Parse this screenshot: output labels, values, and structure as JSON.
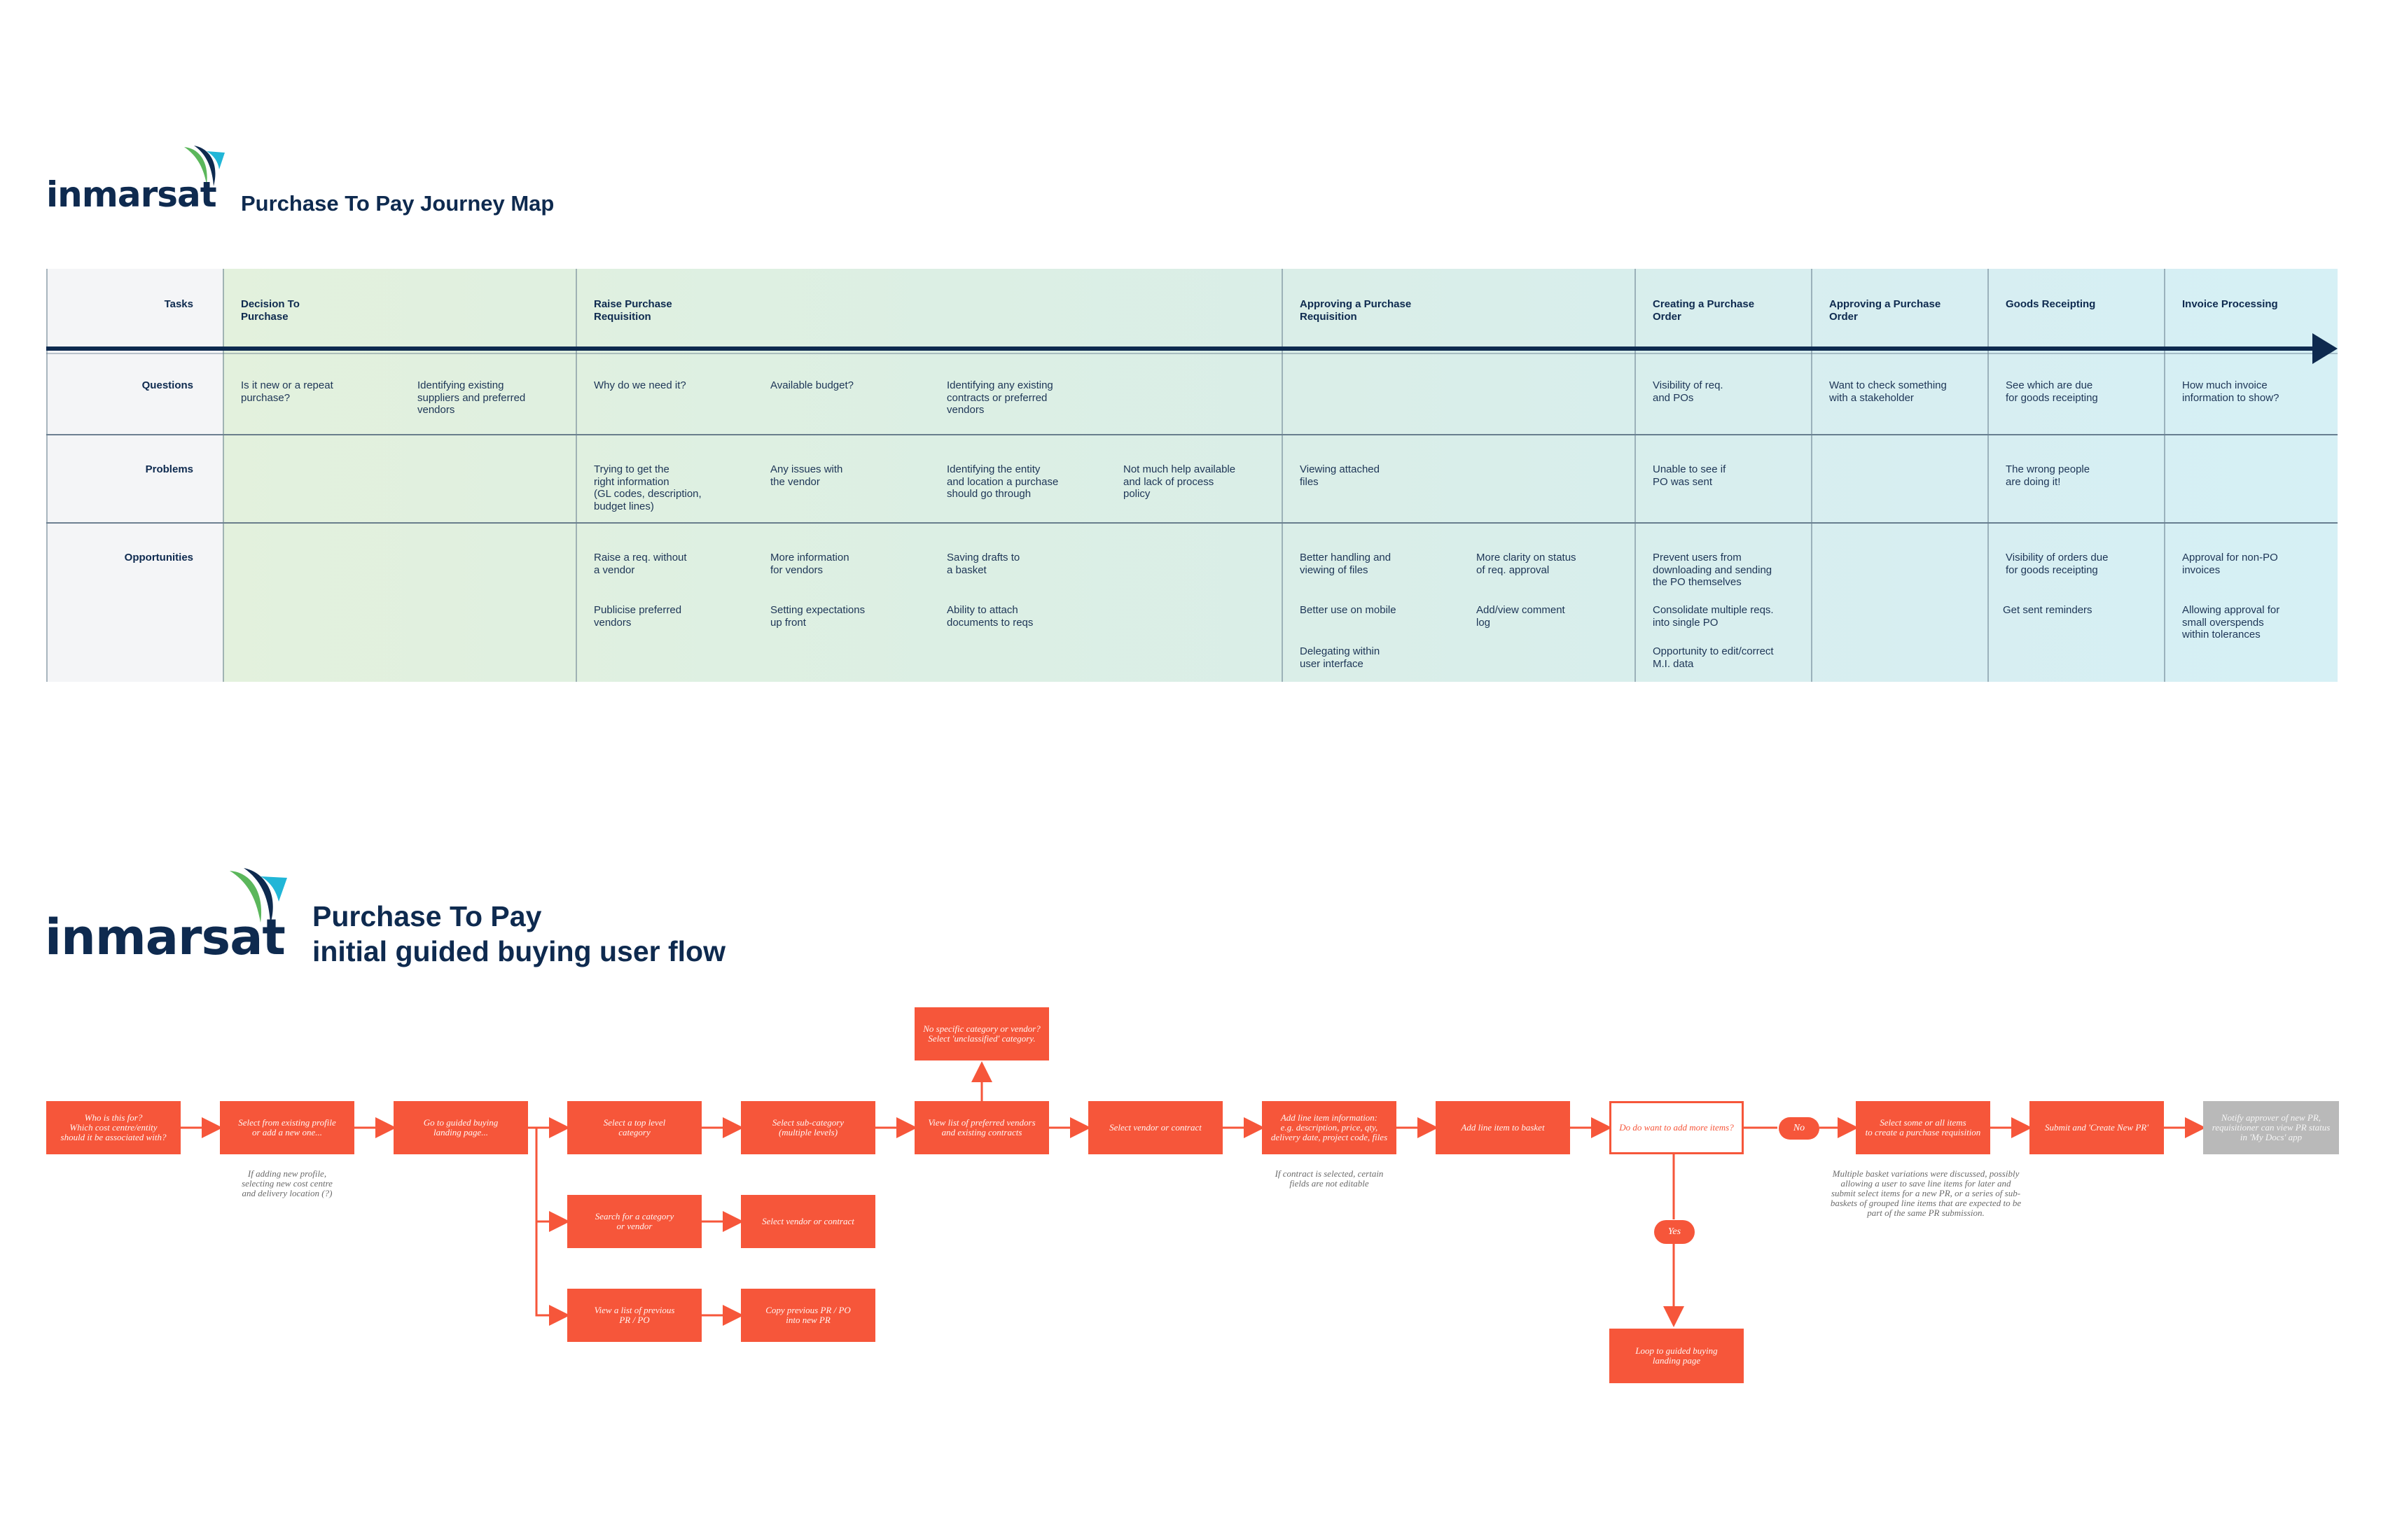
{
  "brand": {
    "wordmark": "inmarsat",
    "colors": {
      "navy": "#0e2a4f",
      "green": "#5bb75b",
      "cyan": "#21b6d7",
      "flow_orange": "#f6563a"
    }
  },
  "journey_map": {
    "title": "Purchase To Pay Journey Map",
    "row_labels": {
      "tasks": "Tasks",
      "questions": "Questions",
      "problems": "Problems",
      "opportunities": "Opportunities"
    },
    "stages": [
      {
        "name": "Decision To\nPurchase",
        "questions": [
          "Is it new or a repeat\npurchase?",
          "Identifying existing\nsuppliers and preferred\nvendors"
        ],
        "problems": [],
        "opportunities": []
      },
      {
        "name": "Raise Purchase\nRequisition",
        "questions": [
          "Why do we need it?",
          "Available budget?",
          "Identifying any existing\ncontracts or preferred\nvendors"
        ],
        "problems": [
          "Trying to get the\nright information\n(GL codes, description,\nbudget lines)",
          "Any issues with\nthe vendor",
          "Identifying the entity\nand location a purchase\nshould go through",
          "Not much help available\nand lack of process\npolicy"
        ],
        "opportunities": [
          "Raise a req. without\na vendor",
          "More information\nfor vendors",
          "Saving drafts to\na basket",
          "Publicise preferred\nvendors",
          "Setting expectations\nup front",
          "Ability to attach\ndocuments to reqs"
        ]
      },
      {
        "name": "Approving a Purchase\nRequisition",
        "questions": [],
        "problems": [
          "Viewing attached\nfiles"
        ],
        "opportunities": [
          "Better handling and\nviewing of files",
          "More clarity on status\nof req. approval",
          "Better use on mobile",
          "Add/view comment\nlog",
          "Delegating within\nuser interface"
        ]
      },
      {
        "name": "Creating a Purchase\nOrder",
        "questions": [
          "Visibility of req.\nand POs"
        ],
        "problems": [
          "Unable to see if\nPO was sent"
        ],
        "opportunities": [
          "Prevent users from\ndownloading and sending\nthe PO themselves",
          "Consolidate multiple reqs.\ninto single PO",
          "Opportunity to edit/correct\nM.I. data"
        ]
      },
      {
        "name": "Approving a Purchase\nOrder",
        "questions": [
          "Want to check something\nwith a stakeholder"
        ],
        "problems": [],
        "opportunities": []
      },
      {
        "name": "Goods Receipting",
        "questions": [
          "See which are due\nfor goods receipting"
        ],
        "problems": [
          "The wrong people\nare doing it!"
        ],
        "opportunities": [
          "Visibility of orders due\nfor goods receipting",
          "Get sent reminders"
        ]
      },
      {
        "name": "Invoice Processing",
        "questions": [
          "How much invoice\ninformation to show?"
        ],
        "problems": [],
        "opportunities": [
          "Approval for non-PO\ninvoices",
          "Allowing approval for\nsmall overspends\nwithin tolerances"
        ]
      }
    ]
  },
  "user_flow": {
    "title_line1": "Purchase To Pay",
    "title_line2": "initial guided buying user flow",
    "steps": {
      "who": "Who is this for?\nWhich cost centre/entity\nshould it be associated with?",
      "profile": "Select from existing profile\nor add a new one...",
      "landing": "Go to guided buying\nlanding page...",
      "top_level": "Select a top level\ncategory",
      "sub_category": "Select sub-category\n(multiple levels)",
      "view_list": "View list of preferred vendors\nand existing contracts",
      "no_specific": "No specific category or vendor?\nSelect 'unclassified' category.",
      "select_vendor": "Select vendor or contract",
      "add_line_info": "Add line item information:\ne.g. description, price, qty,\ndelivery date, project code, files",
      "add_to_basket": "Add line item to basket",
      "add_more": "Do do want to add more items?",
      "select_items": "Select some or all items\nto create a purchase requisition",
      "submit": "Submit and 'Create New PR'",
      "notify": "Notify approver of new PR,\nrequisitioner can view PR status\nin 'My Docs' app",
      "search": "Search for a category\nor vendor",
      "select_vendor_2": "Select vendor or contract",
      "view_previous": "View a list of previous\nPR / PO",
      "copy_previous": "Copy previous PR / PO\ninto new PR",
      "loop": "Loop to guided buying\nlanding page"
    },
    "decisions": {
      "no": "No",
      "yes": "Yes"
    },
    "notes": {
      "profile_note": "If adding new profile,\nselecting new cost centre\nand delivery location (?)",
      "contract_note": "If contract is selected, certain\nfields are not editable",
      "basket_note": "Multiple basket variations were discussed, possibly\nallowing a user to save line items for later and\nsubmit select items for a new PR, or a series of sub-\nbaskets of grouped line items that are expected to be\npart of the same PR submission."
    }
  }
}
